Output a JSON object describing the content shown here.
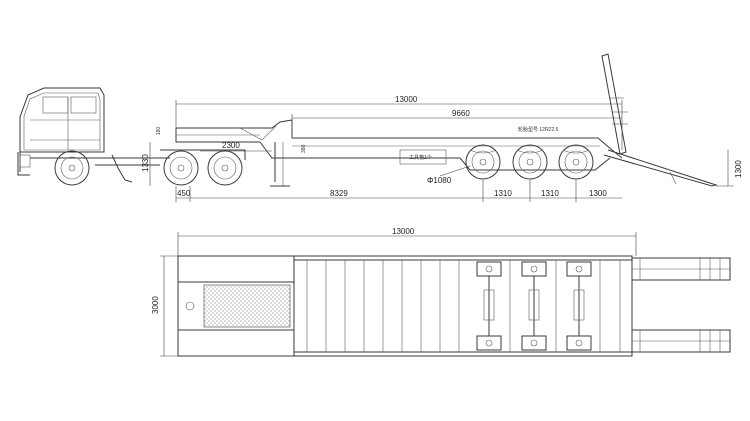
{
  "side_view": {
    "overall_length": "13000",
    "deck_length": "9660",
    "gooseneck_length": "2300",
    "front_overhang": "450",
    "kingpin_to_axle": "8329",
    "axle_spacing_1": "1310",
    "axle_spacing_2": "1310",
    "rear_overhang": "1300",
    "ramp_height": "1300",
    "hitch_height": "1330",
    "wheel_diameter": "Φ1080",
    "axle_note": "轮胎型号 12R22.5",
    "small_note_1": "180",
    "small_note_2": "380",
    "small_note_3": "工具箱1个"
  },
  "top_view": {
    "overall_length": "13000",
    "overall_width": "3000"
  }
}
